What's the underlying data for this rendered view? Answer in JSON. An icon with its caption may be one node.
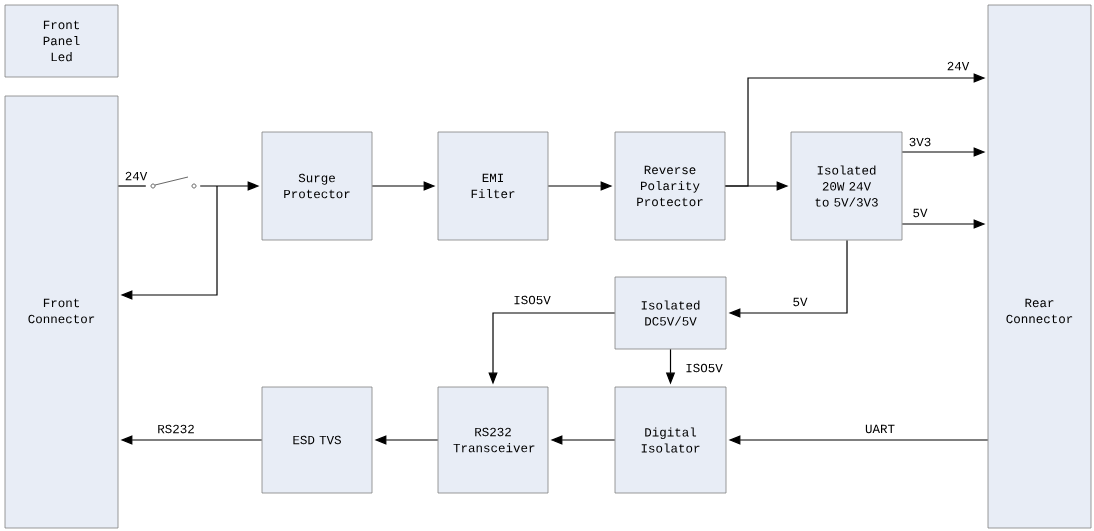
{
  "diagram": {
    "nodes": [
      {
        "text": [
          "Front Panel Led"
        ]
      },
      {
        "text": [
          "Front Connector"
        ]
      },
      {
        "text": [
          "Surge Protector"
        ]
      },
      {
        "text": [
          "EMI Filter"
        ]
      },
      {
        "text": [
          "Reverse Polarity Protector"
        ]
      },
      {
        "text": [
          "Isolated 20W 24V to 5V/3V3"
        ]
      },
      {
        "text": [
          "Rear Connector"
        ]
      },
      {
        "text": [
          "Isolated DC5V/5V"
        ]
      },
      {
        "text": [
          "RS232 Transceiver"
        ]
      },
      {
        "text": [
          "Digital Isolator"
        ]
      },
      {
        "text": [
          "ESD TVS"
        ]
      },
      {
        "text": [],
        "shape": "switch"
      }
    ],
    "edges": [
      {
        "from": 1,
        "to": 11,
        "arrow": "none",
        "label": "24V"
      },
      {
        "from": null,
        "to": 1,
        "arrow": "to"
      },
      {
        "from": 2,
        "to": 3,
        "arrow": "to"
      },
      {
        "from": 3,
        "to": 4,
        "arrow": "to"
      },
      {
        "from": 4,
        "to": 5,
        "arrow": "to"
      },
      {
        "from": 4,
        "to": 6,
        "arrow": "to",
        "label": "24V"
      },
      {
        "from": 5,
        "to": 6,
        "arrow": "to",
        "label": "3V3"
      },
      {
        "from": 5,
        "to": 6,
        "arrow": "to",
        "label": "5V"
      },
      {
        "from": 5,
        "to": 7,
        "arrow": "to",
        "label": "5V"
      },
      {
        "from": 7,
        "to": 8,
        "arrow": "to",
        "label": "ISO5V"
      },
      {
        "from": 7,
        "to": 9,
        "arrow": "to",
        "label": "ISO5V"
      },
      {
        "from": 6,
        "to": 9,
        "arrow": "to",
        "label": "UART"
      },
      {
        "from": 9,
        "to": 8,
        "arrow": "to"
      },
      {
        "from": 8,
        "to": 10,
        "arrow": "to"
      },
      {
        "from": 10,
        "to": 1,
        "arrow": "to",
        "label": "RS232"
      },
      {
        "from": 11,
        "to": 2,
        "arrow": "to"
      }
    ]
  }
}
